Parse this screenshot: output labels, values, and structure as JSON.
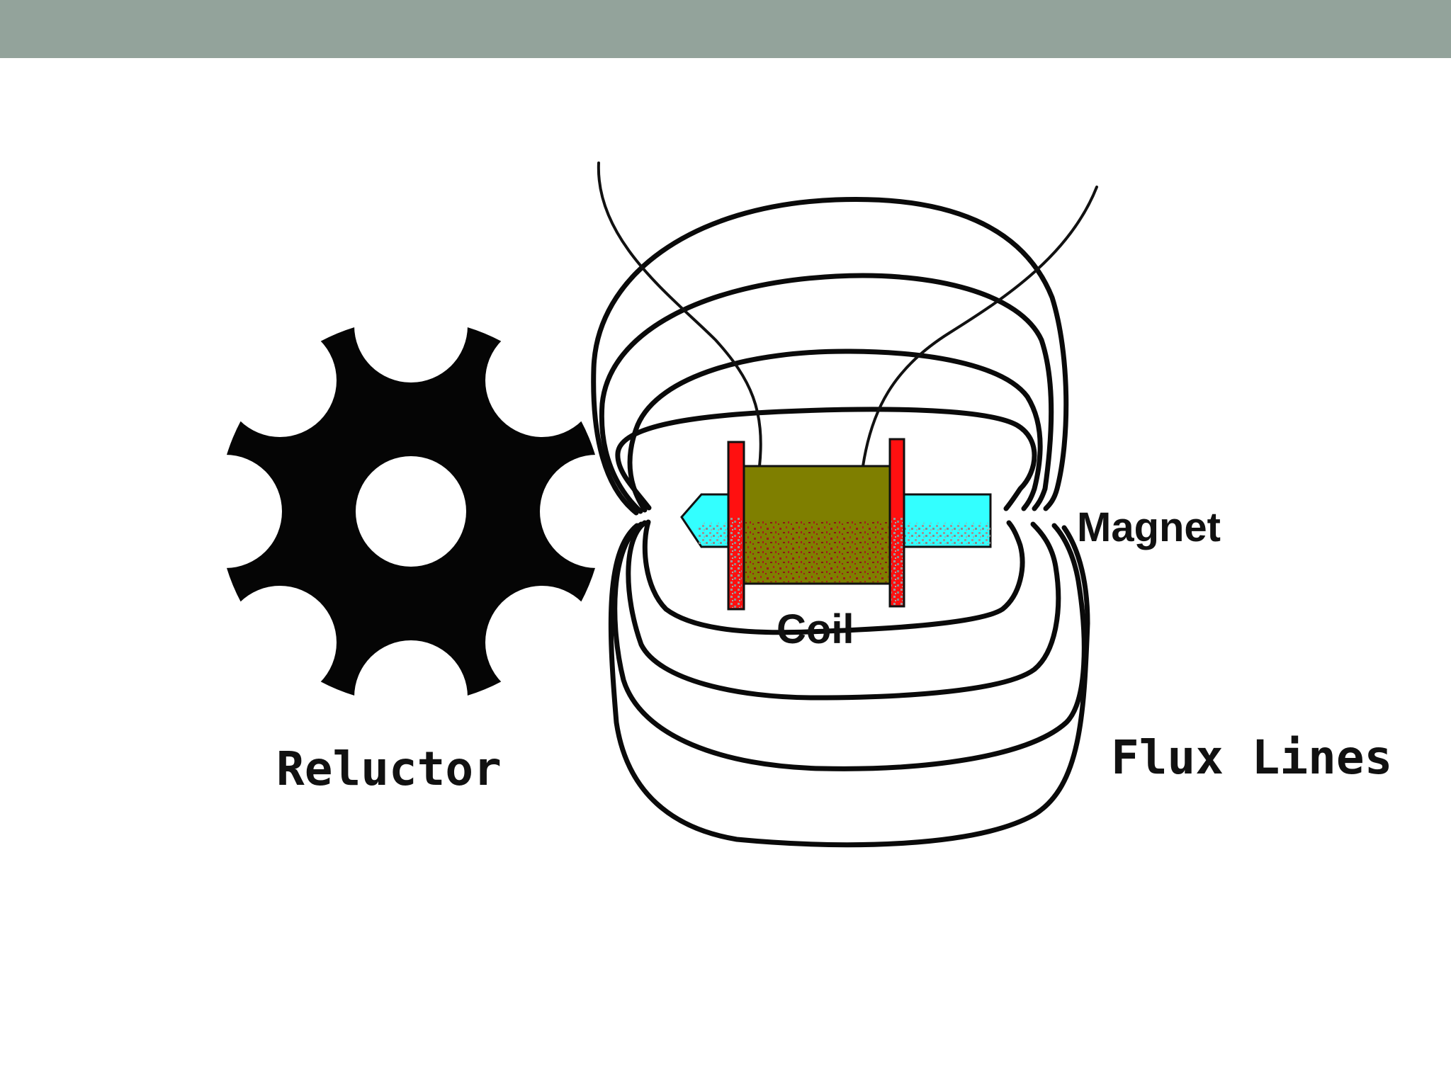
{
  "labels": {
    "reluctor": "Reluctor",
    "coil": "Coil",
    "magnet": "Magnet",
    "flux_lines": "Flux Lines"
  },
  "colors": {
    "header_bar": "#93a39b",
    "reluctor": "#050505",
    "coil_body": "#7f7f00",
    "coil_speckle": "#9b1a1a",
    "coil_flange": "#ff1010",
    "magnet": "#33ffff",
    "flux_line": "#0a0a0a"
  }
}
